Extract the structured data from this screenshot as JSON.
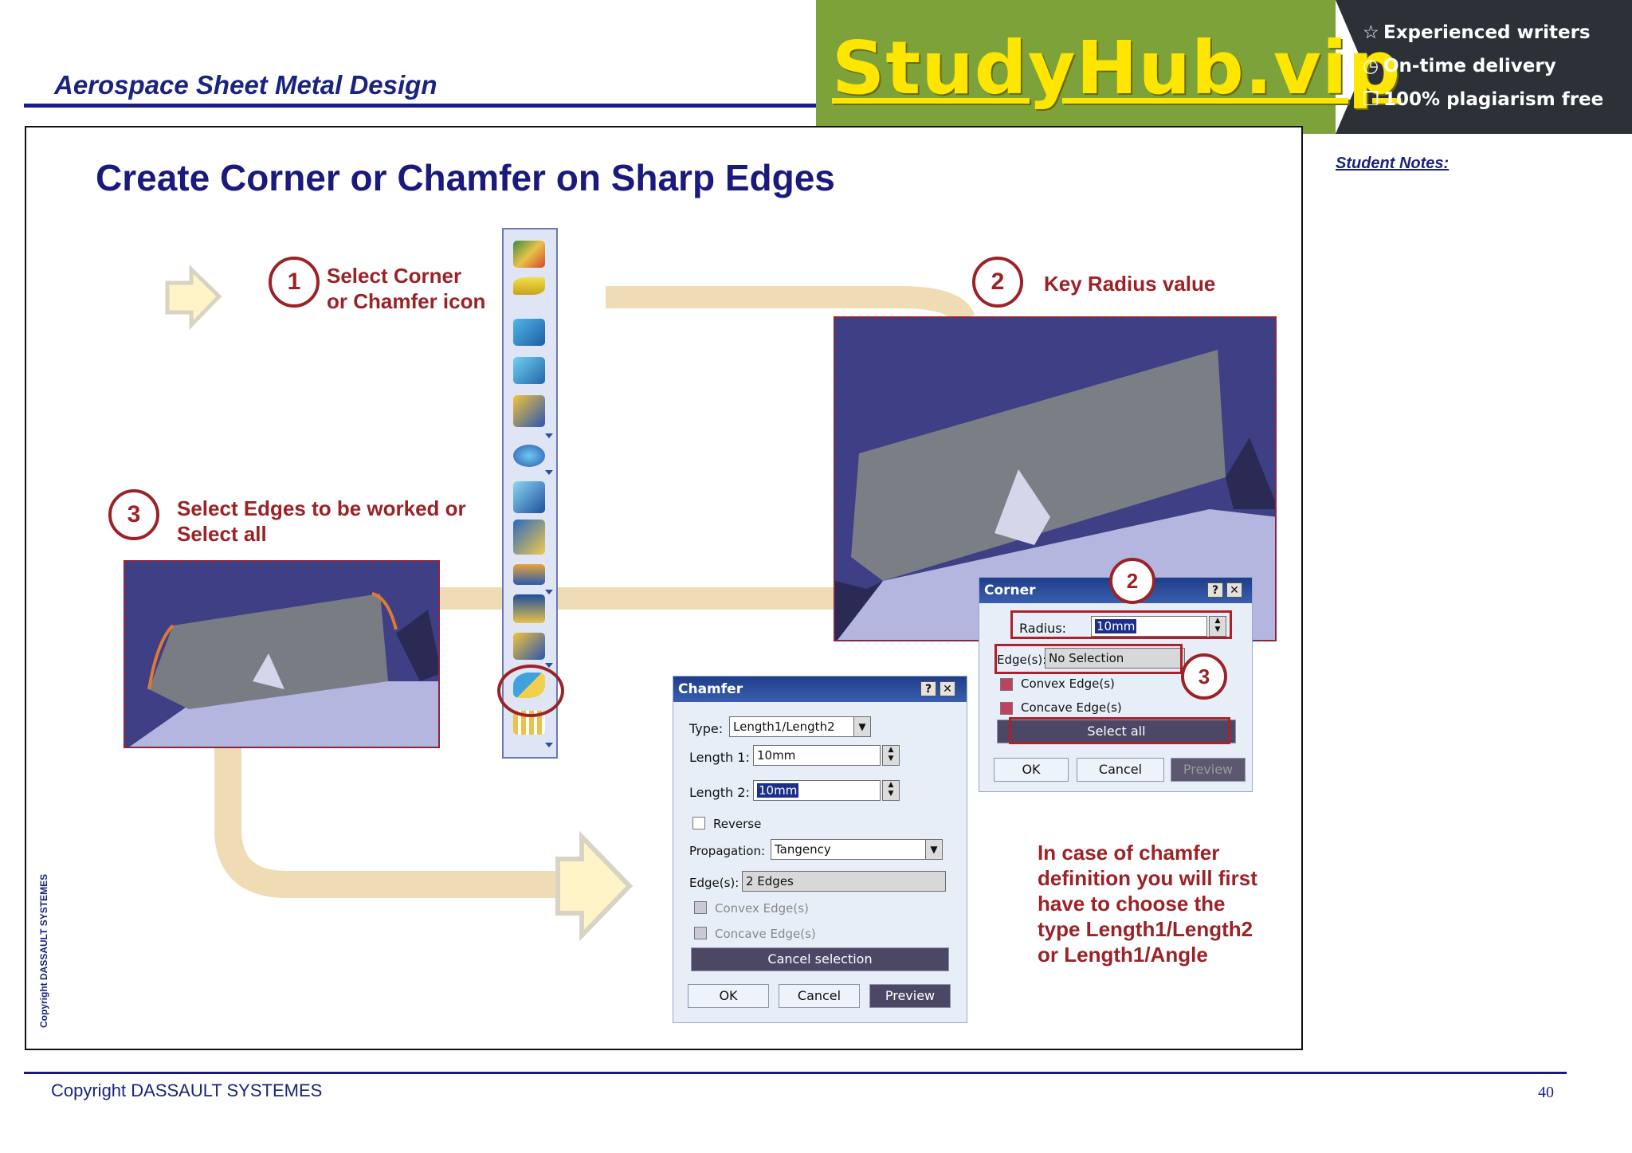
{
  "header": {
    "title": "Aerospace Sheet Metal Design"
  },
  "banner": {
    "logo": "StudyHub.vip",
    "features": [
      {
        "icon": "star-icon",
        "text": "Experienced writers"
      },
      {
        "icon": "clock-icon",
        "text": "On-time delivery"
      },
      {
        "icon": "copy-icon",
        "text": "100% plagiarism free"
      }
    ]
  },
  "slide": {
    "title": "Create Corner or Chamfer on Sharp Edges",
    "student_notes": "Student Notes:",
    "steps": [
      {
        "number": "1",
        "line1": "Select Corner",
        "line2": "or Chamfer icon"
      },
      {
        "number": "2",
        "text": "Key Radius value"
      },
      {
        "number": "3",
        "line1": "Select Edges to be worked or",
        "line2": "Select all"
      }
    ],
    "dialog_badges": {
      "radius": "2",
      "edges": "3"
    },
    "chamfer_note": [
      "In case of chamfer",
      "definition you will first",
      "have to choose the",
      "type Length1/Length2",
      "or Length1/Angle"
    ]
  },
  "corner_dialog": {
    "title": "Corner",
    "help": "?",
    "close": "✕",
    "radius_label": "Radius:",
    "radius_value": "10mm",
    "edges_label": "Edge(s):",
    "edges_value": "No Selection",
    "convex_label": "Convex Edge(s)",
    "concave_label": "Concave Edge(s)",
    "select_all": "Select all",
    "ok": "OK",
    "cancel": "Cancel",
    "preview": "Preview"
  },
  "chamfer_dialog": {
    "title": "Chamfer",
    "help": "?",
    "close": "✕",
    "type_label": "Type:",
    "type_value": "Length1/Length2",
    "length1_label": "Length 1:",
    "length1_value": "10mm",
    "length2_label": "Length 2:",
    "length2_value": "10mm",
    "reverse_label": "Reverse",
    "propagation_label": "Propagation:",
    "propagation_value": "Tangency",
    "edges_label": "Edge(s):",
    "edges_value": "2 Edges",
    "convex_label": "Convex Edge(s)",
    "concave_label": "Concave Edge(s)",
    "cancel_selection": "Cancel selection",
    "ok": "OK",
    "cancel": "Cancel",
    "preview": "Preview"
  },
  "footer": {
    "copyright": "Copyright DASSAULT SYSTEMES",
    "side_copyright": "Copyright DASSAULT SYSTEMES",
    "page_number": "40"
  },
  "colors": {
    "accent_navy": "#1a237e",
    "step_red": "#9b2226",
    "banner_green": "#7da23a",
    "banner_dark": "#2b3137",
    "logo_yellow": "#ffe600"
  }
}
